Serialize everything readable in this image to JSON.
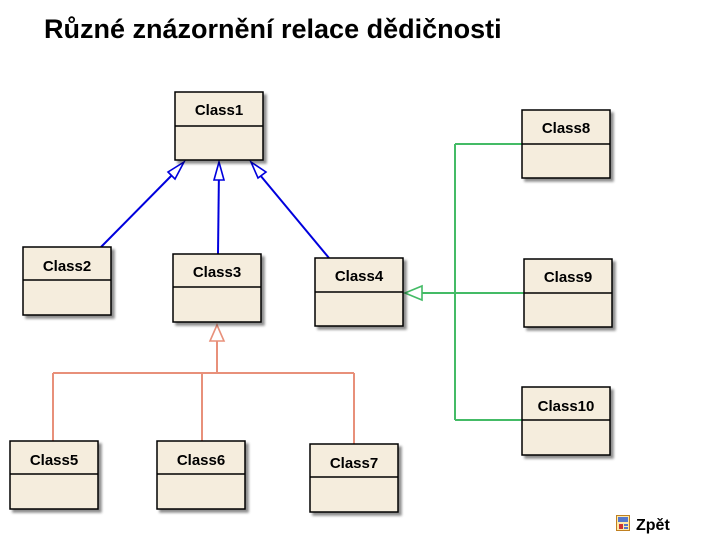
{
  "page": {
    "title": "Různé znázornění relace dědičnosti"
  },
  "classes": [
    {
      "id": "c1",
      "name": "Class1"
    },
    {
      "id": "c2",
      "name": "Class2"
    },
    {
      "id": "c3",
      "name": "Class3"
    },
    {
      "id": "c4",
      "name": "Class4"
    },
    {
      "id": "c5",
      "name": "Class5"
    },
    {
      "id": "c6",
      "name": "Class6"
    },
    {
      "id": "c7",
      "name": "Class7"
    },
    {
      "id": "c8",
      "name": "Class8"
    },
    {
      "id": "c9",
      "name": "Class9"
    },
    {
      "id": "c10",
      "name": "Class10"
    }
  ],
  "relations": [
    {
      "child": "Class2",
      "parent": "Class1",
      "style": "direct",
      "color": "#0000dd"
    },
    {
      "child": "Class3",
      "parent": "Class1",
      "style": "direct",
      "color": "#0000dd"
    },
    {
      "child": "Class4",
      "parent": "Class1",
      "style": "direct",
      "color": "#0000dd"
    },
    {
      "child": "Class5",
      "parent": "Class3",
      "style": "tree",
      "color": "#e8907a"
    },
    {
      "child": "Class6",
      "parent": "Class3",
      "style": "tree",
      "color": "#e8907a"
    },
    {
      "child": "Class7",
      "parent": "Class3",
      "style": "tree",
      "color": "#e8907a"
    },
    {
      "child": "Class8",
      "parent": "Class4",
      "style": "orthogonal",
      "color": "#44bb66"
    },
    {
      "child": "Class9",
      "parent": "Class4",
      "style": "orthogonal",
      "color": "#44bb66"
    },
    {
      "child": "Class10",
      "parent": "Class4",
      "style": "orthogonal",
      "color": "#44bb66"
    }
  ],
  "colors": {
    "class_fill": "#f5eddd",
    "class_border": "#000000",
    "class_shadow": "#9a9a9a",
    "direct_lines": "#0000dd",
    "tree_lines": "#e8907a",
    "orthogonal_lines": "#44bb66"
  },
  "footer": {
    "back_label": "Zpět",
    "back_icon": "document-icon"
  }
}
